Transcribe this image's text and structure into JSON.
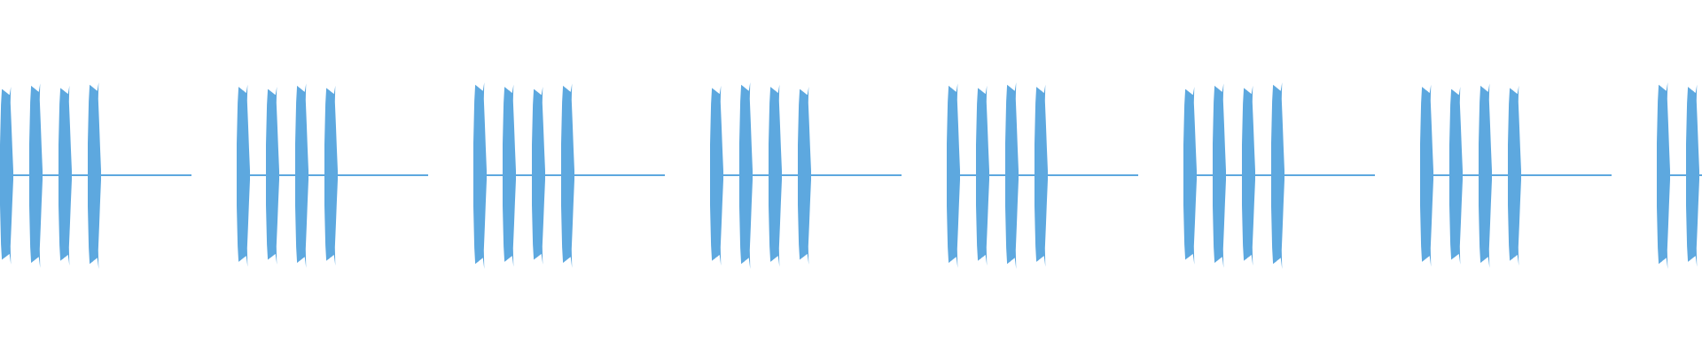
{
  "waveform": {
    "color": "#5DA8DF",
    "background": "#FFFFFF",
    "groups_visible": 8,
    "bursts_per_group": 4,
    "peak_amplitude_fraction": 0.5,
    "cropped_last_group": true
  }
}
